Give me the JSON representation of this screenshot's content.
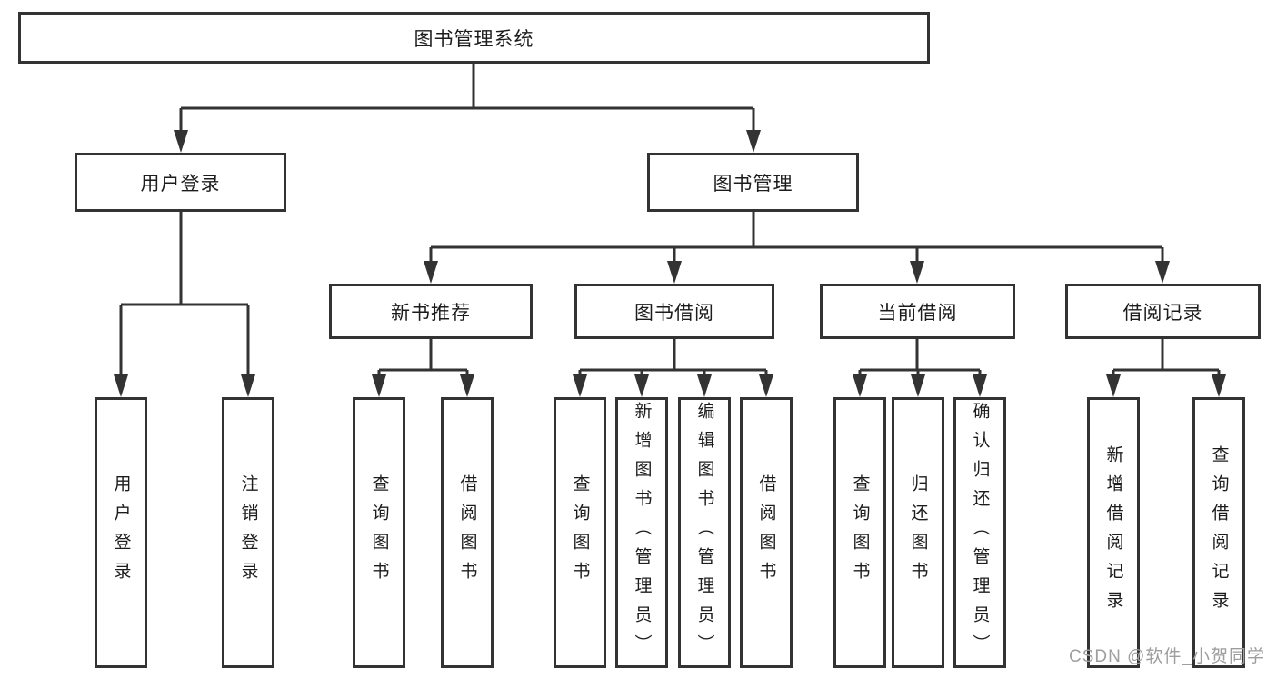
{
  "diagram_title": "图书管理系统",
  "colors": {
    "line": "#333333",
    "box_border": "#333333",
    "text": "#1c1c1c",
    "background": "#ffffff",
    "watermark": "#9e9e9e"
  },
  "tree": {
    "root": {
      "label": "图书管理系统"
    },
    "branches": [
      {
        "label": "用户登录",
        "children": [
          {
            "label": "用户登录"
          },
          {
            "label": "注销登录"
          }
        ]
      },
      {
        "label": "图书管理",
        "children": [
          {
            "label": "新书推荐",
            "children": [
              {
                "label": "查询图书"
              },
              {
                "label": "借阅图书"
              }
            ]
          },
          {
            "label": "图书借阅",
            "children": [
              {
                "label": "查询图书"
              },
              {
                "label": "新增图书（管理员）"
              },
              {
                "label": "编辑图书（管理员）"
              },
              {
                "label": "借阅图书"
              }
            ]
          },
          {
            "label": "当前借阅",
            "children": [
              {
                "label": "查询图书"
              },
              {
                "label": "归还图书"
              },
              {
                "label": "确认归还（管理员）"
              }
            ]
          },
          {
            "label": "借阅记录",
            "children": [
              {
                "label": "新增借阅记录"
              },
              {
                "label": "查询借阅记录"
              }
            ]
          }
        ]
      }
    ]
  },
  "watermark": {
    "text": "CSDN @软件_小贺同学"
  }
}
